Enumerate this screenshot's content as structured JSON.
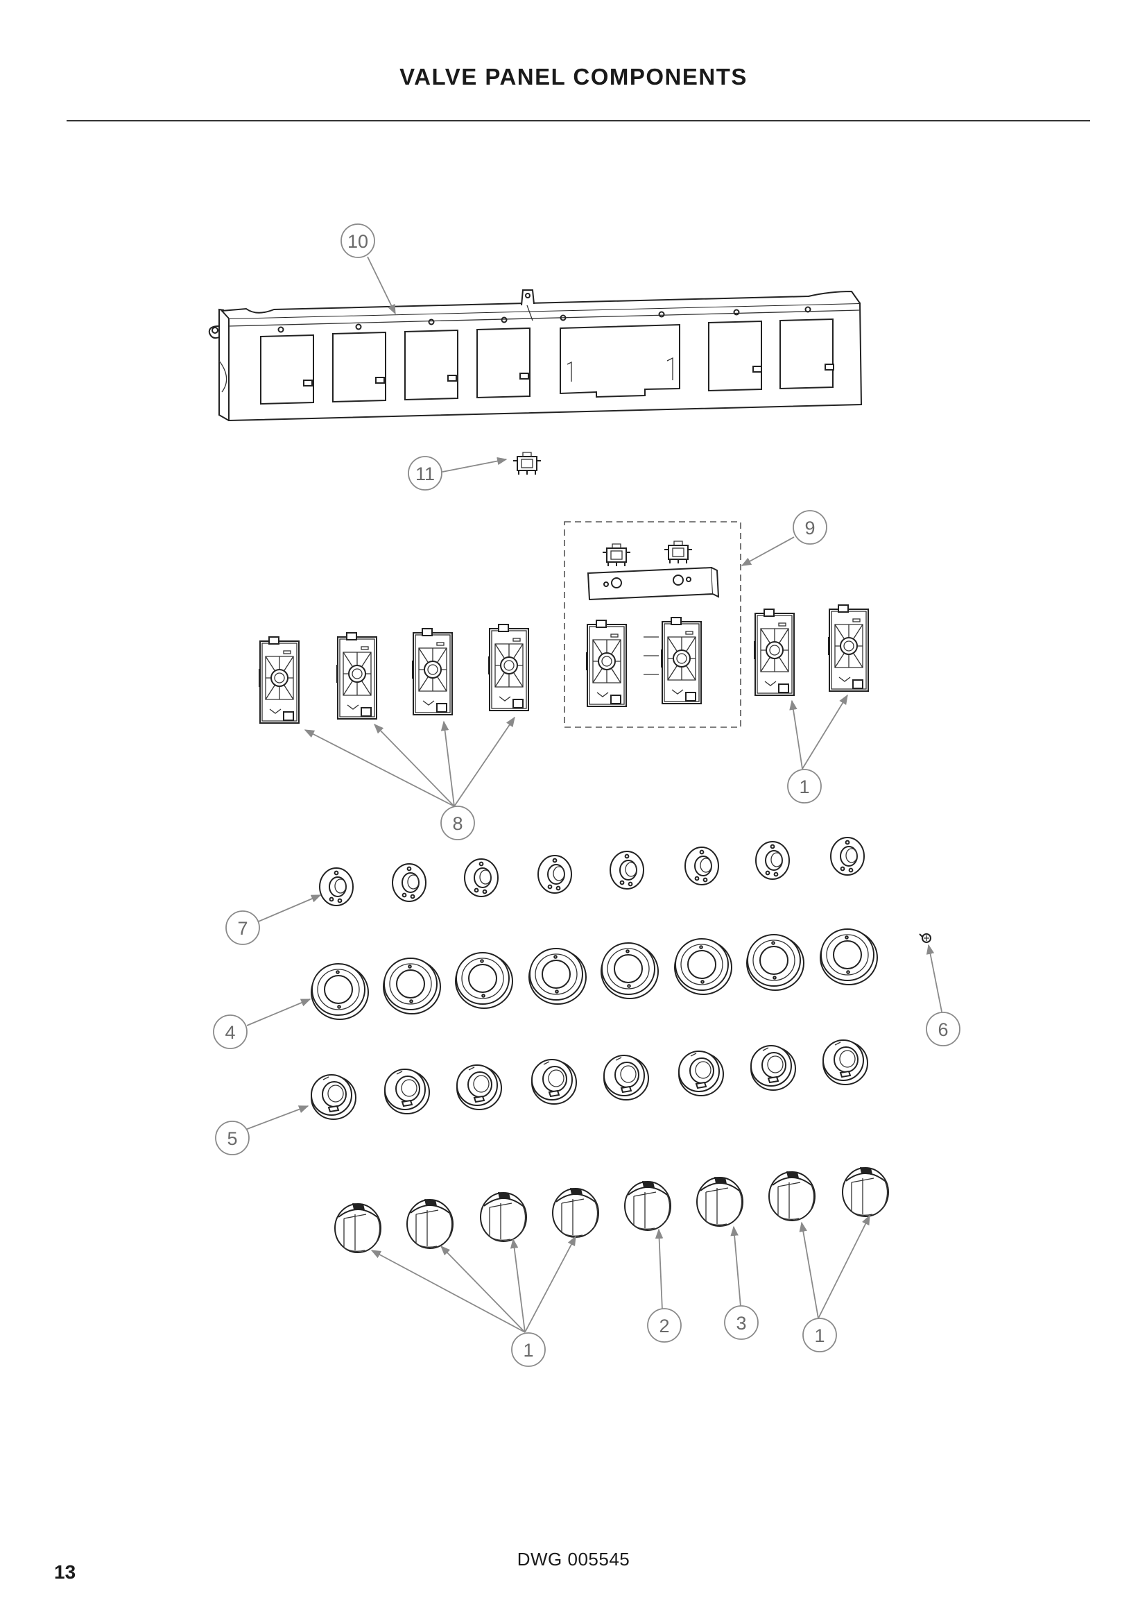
{
  "title": "VALVE PANEL COMPONENTS",
  "page_number": "13",
  "drawing_number": "DWG 005545",
  "callouts": {
    "c10": "10",
    "c11": "11",
    "c9": "9",
    "c8": "8",
    "c1_upper": "1",
    "c7": "7",
    "c4": "4",
    "c6": "6",
    "c5": "5",
    "c1_lower_left": "1",
    "c2": "2",
    "c3": "3",
    "c1_lower_right": "1"
  }
}
